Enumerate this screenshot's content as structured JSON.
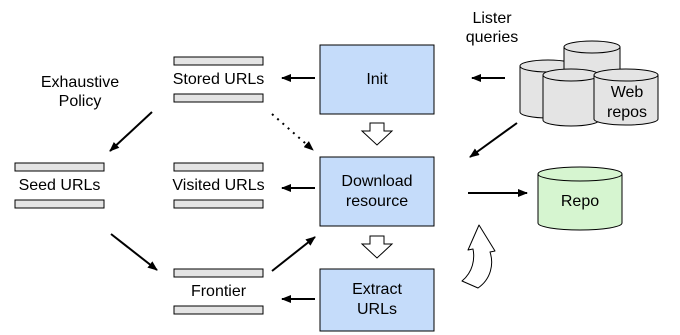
{
  "nodes": {
    "init": "Init",
    "download_line1": "Download",
    "download_line2": "resource",
    "extract_line1": "Extract",
    "extract_line2": "URLs",
    "repo": "Repo",
    "web_repos_line1": "Web",
    "web_repos_line2": "repos",
    "stored_urls": "Stored URLs",
    "seed_urls": "Seed URLs",
    "visited_urls": "Visited URLs",
    "frontier": "Frontier"
  },
  "labels": {
    "lister_line1": "Lister",
    "lister_line2": "queries",
    "exhaustive_line1": "Exhaustive",
    "exhaustive_line2": "Policy"
  },
  "colors": {
    "process_fill": "#c5dcfa",
    "repo_fill": "#d6f5d0",
    "cylinder_fill": "#e4e4e4",
    "queue_fill": "#e4e4e4",
    "stroke": "#000000"
  }
}
